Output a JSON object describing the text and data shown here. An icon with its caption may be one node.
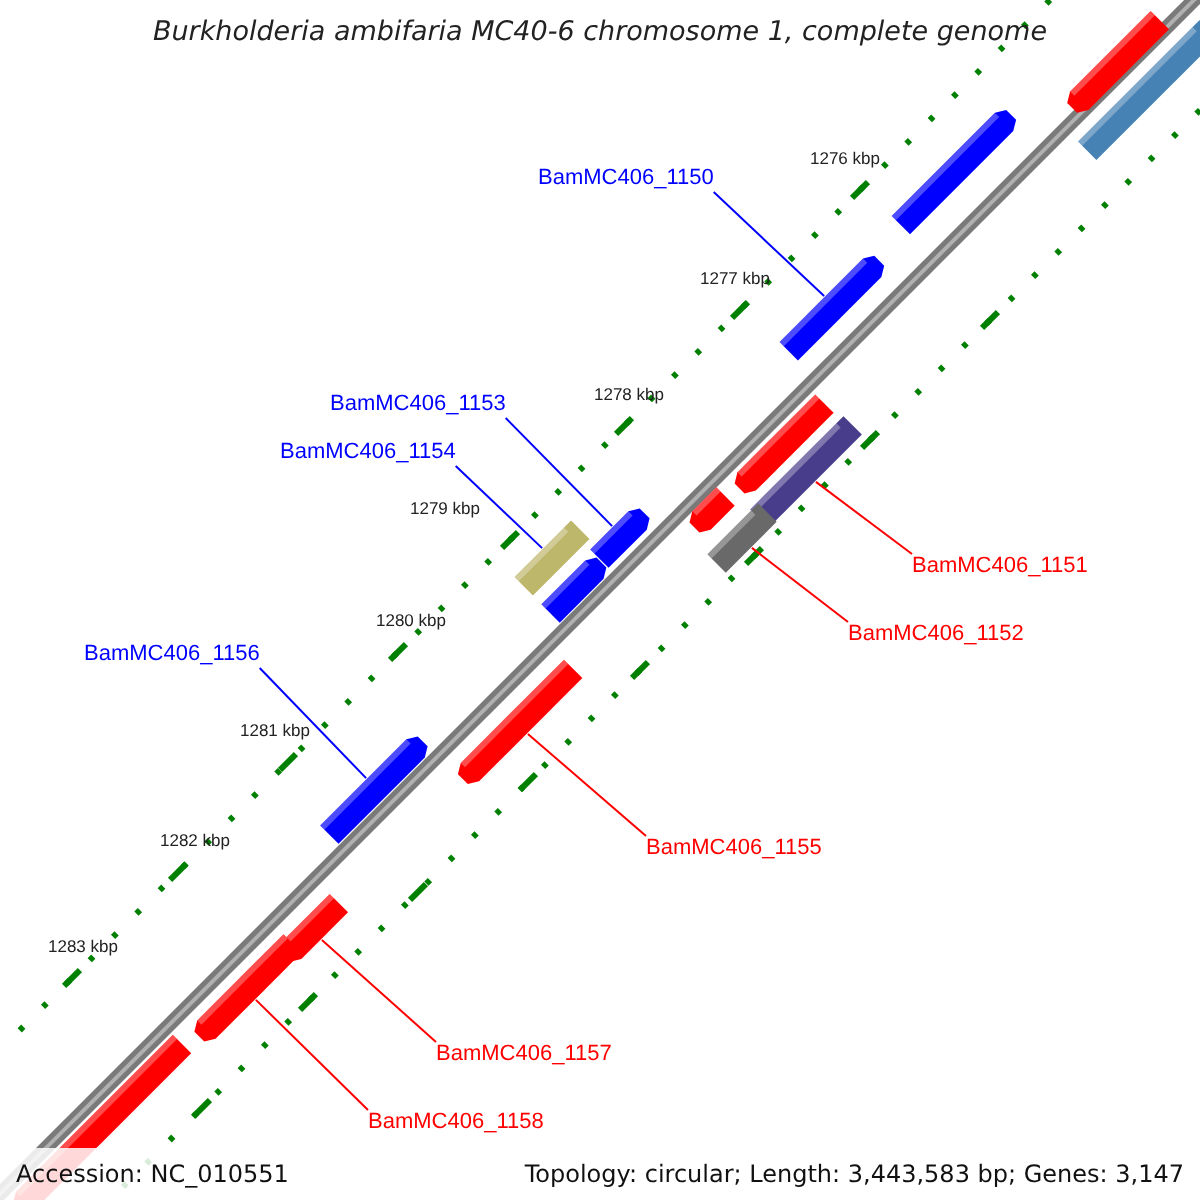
{
  "diagram": {
    "title": "Burkholderia ambifaria MC40-6 chromosome 1, complete genome",
    "nodes": [
      {
        "text": [
          "BamMC406_1150"
        ]
      },
      {
        "text": [
          "BamMC406_1153"
        ]
      },
      {
        "text": [
          "BamMC406_1154"
        ]
      },
      {
        "text": [
          "BamMC406_1156"
        ]
      },
      {
        "text": [
          "BamMC406_1151"
        ]
      },
      {
        "text": [
          "BamMC406_1152"
        ]
      },
      {
        "text": [
          "BamMC406_1155"
        ]
      },
      {
        "text": [
          "BamMC406_1157"
        ]
      },
      {
        "text": [
          "BamMC406_1158"
        ]
      },
      {
        "text": [],
        "shape": "bar"
      },
      {
        "text": [],
        "shape": "bar"
      },
      {
        "text": [],
        "shape": "bar"
      },
      {
        "text": [],
        "shape": "bar"
      },
      {
        "text": [],
        "shape": "bar"
      },
      {
        "text": [],
        "shape": "bar"
      },
      {
        "text": [],
        "shape": "bar"
      },
      {
        "text": [],
        "shape": "bar"
      },
      {
        "text": [],
        "shape": "bar"
      },
      {
        "text": [],
        "shape": "bar"
      },
      {
        "text": [],
        "shape": "bar"
      },
      {
        "text": [],
        "shape": "bar"
      },
      {
        "text": [],
        "shape": "bar"
      },
      {
        "text": [],
        "shape": "bar"
      },
      {
        "text": [],
        "shape": "bar"
      },
      {
        "text": [],
        "shape": "bar"
      }
    ],
    "edges": [
      {
        "from": 0,
        "to": 12,
        "arrow": "none",
        "color": "#0000ff"
      },
      {
        "from": 1,
        "to": 17,
        "arrow": "none",
        "color": "#0000ff"
      },
      {
        "from": 2,
        "to": 18,
        "arrow": "none",
        "color": "#0000ff"
      },
      {
        "from": 3,
        "to": 20,
        "arrow": "none",
        "color": "#0000ff"
      },
      {
        "from": 4,
        "to": 14,
        "arrow": "none"
      },
      {
        "from": 5,
        "to": 16,
        "arrow": "none"
      },
      {
        "from": 6,
        "to": 21,
        "arrow": "none"
      },
      {
        "from": 7,
        "to": 22,
        "arrow": "none"
      },
      {
        "from": 8,
        "to": 23,
        "arrow": "none"
      }
    ],
    "labels": [
      "1276 kbp",
      "1277 kbp",
      "1278 kbp",
      "1279 kbp",
      "1280 kbp",
      "1281 kbp",
      "1282 kbp",
      "1283 kbp",
      "Accession: NC_010551",
      "Topology: circular; Length: 3,443,583 bp; Genes: 3,147"
    ]
  }
}
